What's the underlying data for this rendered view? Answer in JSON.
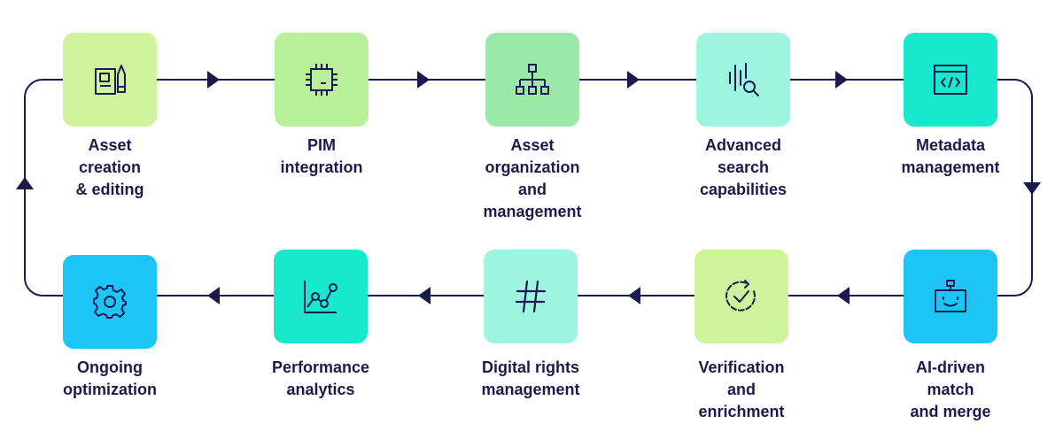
{
  "steps": [
    {
      "label": "Asset\ncreation\n& editing",
      "icon": "asset-edit-icon",
      "color": "#cdf49a"
    },
    {
      "label": "PIM\nintegration",
      "icon": "chip-icon",
      "color": "#b8f09a"
    },
    {
      "label": "Asset\norganization\nand\nmanagement",
      "icon": "hierarchy-icon",
      "color": "#9be9a9"
    },
    {
      "label": "Advanced\nsearch\ncapabilities",
      "icon": "search-waveform-icon",
      "color": "#9ef5df"
    },
    {
      "label": "Metadata\nmanagement",
      "icon": "code-window-icon",
      "color": "#17e9cc"
    },
    {
      "label": "AI-driven\nmatch\nand merge",
      "icon": "robot-icon",
      "color": "#1cc5f5"
    },
    {
      "label": "Verification\nand\nenrichment",
      "icon": "check-cycle-icon",
      "color": "#cdf49a"
    },
    {
      "label": "Digital rights\nmanagement",
      "icon": "hashtag-icon",
      "color": "#9ef5df"
    },
    {
      "label": "Performance\nanalytics",
      "icon": "line-chart-icon",
      "color": "#17e9cc"
    },
    {
      "label": "Ongoing\noptimization",
      "icon": "gear-icon",
      "color": "#1cc5f5"
    }
  ],
  "colors": {
    "line": "#1b1a4f",
    "icon": "#1b1a4f",
    "text": "#1b1a4f"
  }
}
